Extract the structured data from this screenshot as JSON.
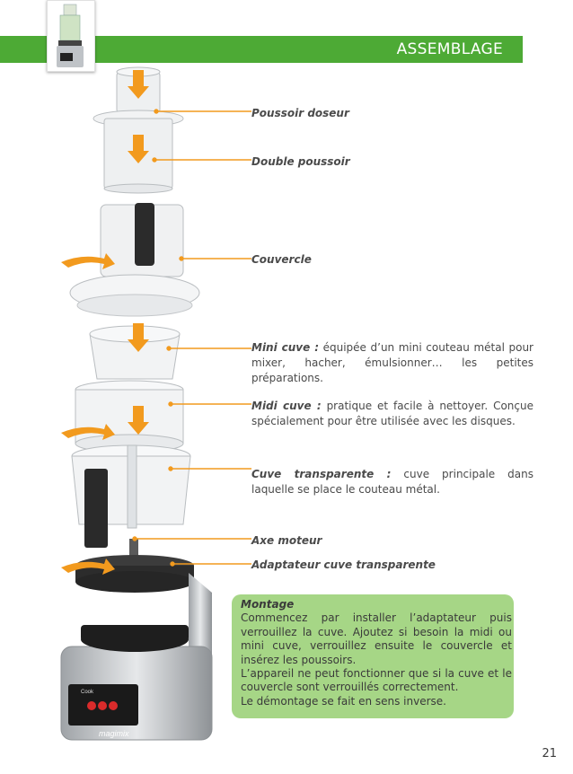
{
  "header": {
    "title": "ASSEMBLAGE"
  },
  "parts": [
    {
      "name": "Poussoir doseur",
      "description": ""
    },
    {
      "name": "Double poussoir",
      "description": ""
    },
    {
      "name": "Couvercle",
      "description": ""
    },
    {
      "name": "Mini cuve :",
      "description": "équipée d’un mini couteau métal pour mixer, hacher, émulsionner… les petites préparations."
    },
    {
      "name": "Midi cuve :",
      "description": "pratique et facile à nettoyer. Conçue spécialement pour être utilisée avec les disques."
    },
    {
      "name": "Cuve transparente :",
      "description": "cuve principale dans laquelle se place le couteau métal."
    },
    {
      "name": "Axe moteur",
      "description": ""
    },
    {
      "name": "Adaptateur cuve transparente",
      "description": ""
    }
  ],
  "montage": {
    "title": "Montage",
    "line1": "Commencez par installer l’adaptateur puis verrouillez la cuve. Ajoutez si besoin la midi ou mini cuve, verrouillez ensuite le couvercle et insérez les poussoirs.",
    "line2": "L’appareil ne peut fonctionner que si la cuve et le couvercle sont verrouillés correctement.",
    "line3": "Le démontage se fait en sens inverse."
  },
  "appliance": {
    "brand": "magimix",
    "screen_text": "Cook"
  },
  "colors": {
    "banner": "#4daa35",
    "callout_line": "#f29a1e",
    "arrow": "#f29a1e",
    "montage_bg": "#a6d686"
  },
  "page_number": "21"
}
